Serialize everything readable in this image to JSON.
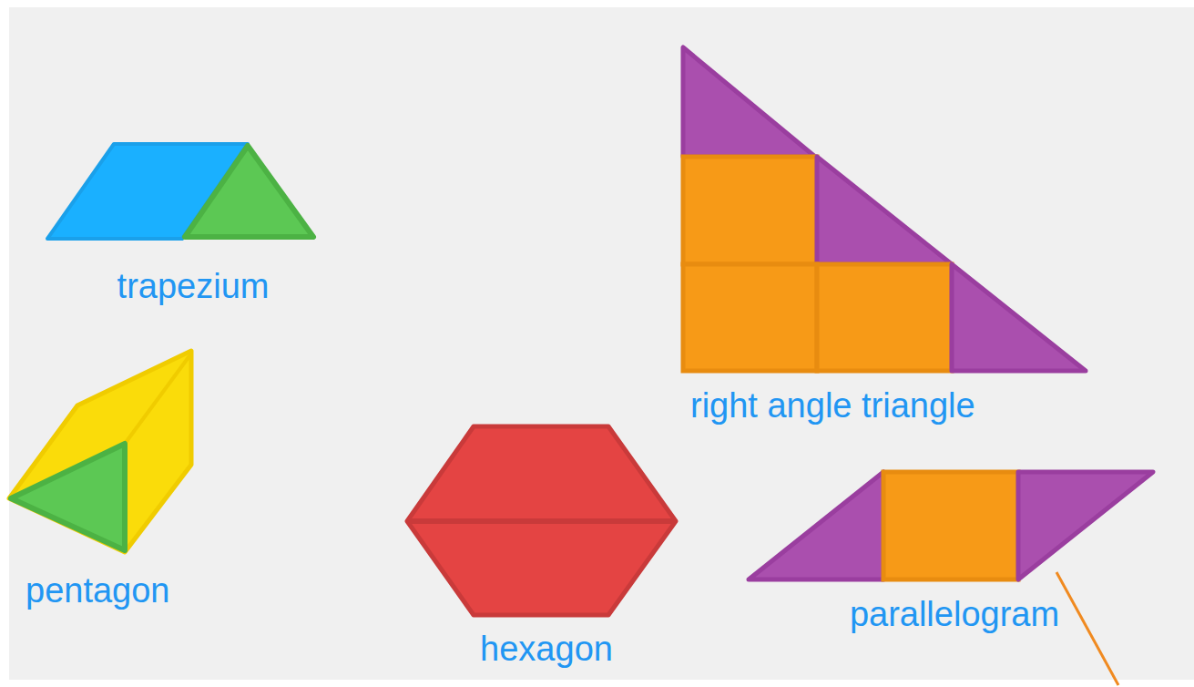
{
  "diagram": {
    "labels": [
      "trapezium",
      "right angle triangle",
      "pentagon",
      "hexagon",
      "parallelogram"
    ]
  }
}
